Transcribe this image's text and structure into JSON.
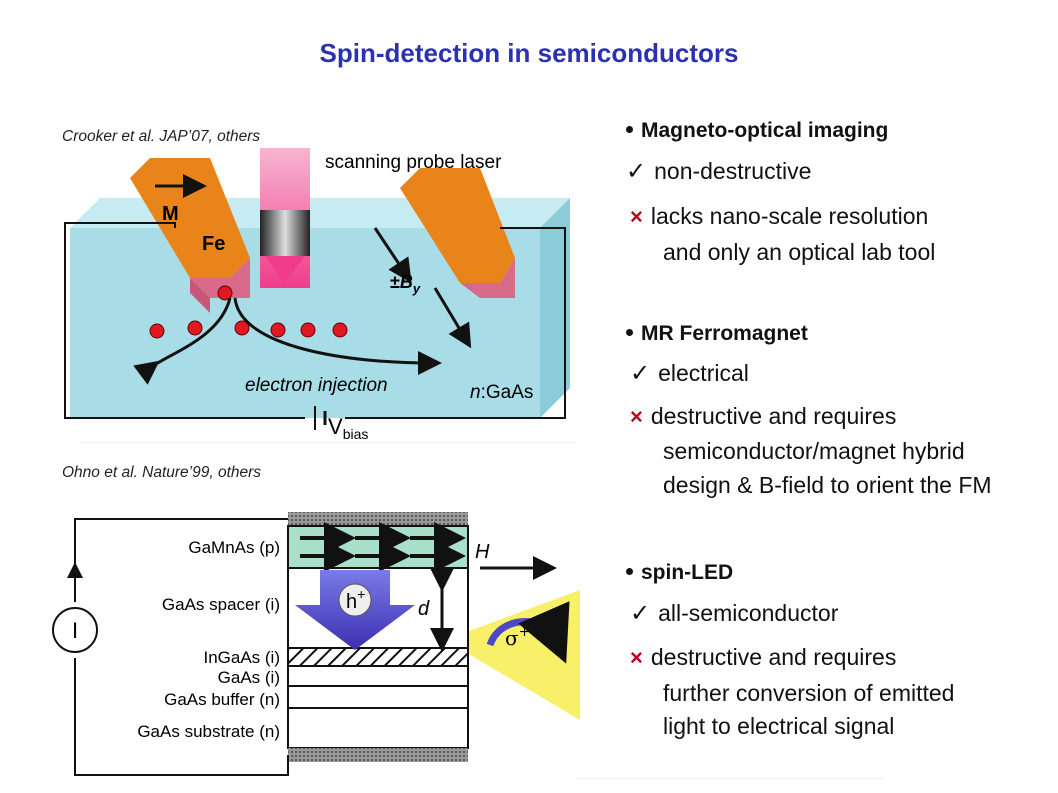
{
  "title": "Spin-detection in semiconductors",
  "fig1": {
    "citation": "Crooker et al. JAP’07, others",
    "probe_label": "scanning probe laser",
    "m_label": "M",
    "fe_label": "Fe",
    "by_label_pm": "±",
    "by_label_b": "B",
    "by_label_sub": "y",
    "injection_label": "electron injection",
    "n_label": "n",
    "gaas_label": ":GaAs",
    "vbias_v": "V",
    "vbias_sub": "bias"
  },
  "fig2": {
    "citation": "Ohno et al. Nature’99, others",
    "layers": {
      "gamnas": "GaMnAs (p)",
      "spacer": "GaAs spacer (i)",
      "ingaas": "InGaAs (i)",
      "gaas": "GaAs (i)",
      "buffer": "GaAs buffer (n)",
      "substrate": "GaAs substrate (n)"
    },
    "h_field": "H",
    "hole_label": "h",
    "hole_sup": "+",
    "d_label": "d",
    "sigma_label": "σ",
    "sigma_sup": "+",
    "current_label": "I"
  },
  "sections": [
    {
      "heading": "Magneto-optical imaging",
      "pro": "non-destructive",
      "con_lines": [
        "lacks nano-scale resolution",
        "and only an optical lab tool"
      ]
    },
    {
      "heading": "MR Ferromagnet",
      "pro": "electrical",
      "con_lines": [
        "destructive and requires",
        "semiconductor/magnet hybrid",
        "design & B-field to orient the FM"
      ]
    },
    {
      "heading": "spin-LED",
      "pro": "all-semiconductor",
      "con_lines": [
        "destructive and requires",
        "further conversion of emitted",
        "light to electrical signal"
      ]
    }
  ],
  "icons": {
    "check": "✓",
    "cross": "×"
  },
  "colors": {
    "title": "#2b32b2",
    "fe_orange": "#e8841a",
    "magnet_pink": "#d96a8a",
    "gaas_blue": "#a8dde8",
    "gamnas_green": "#a8e0cc",
    "arrow_purple": "#4d48c8",
    "light_yellow": "#f7f068",
    "cross_red": "#c0001a"
  }
}
